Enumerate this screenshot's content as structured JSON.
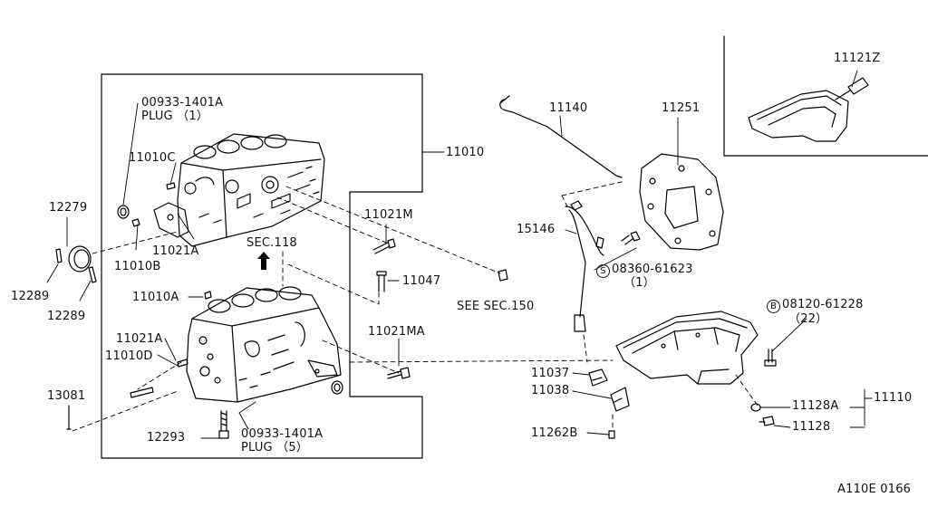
{
  "labels": {
    "plug_top_part": "00933-1401A",
    "plug_top_name": "PLUG （1）",
    "p11010": "11010",
    "p11010c": "11010C",
    "p11010b": "11010B",
    "p11021a_top": "11021A",
    "p11021m": "11021M",
    "sec118": "SEC.118",
    "p11047": "11047",
    "see_sec150": "SEE SEC.150",
    "p11021ma": "11021MA",
    "p12279": "12279",
    "p12289_a": "12289",
    "p12289_b": "12289",
    "p11010a": "11010A",
    "p11021a_low": "11021A",
    "p11010d": "11010D",
    "p13081": "13081",
    "p12293": "12293",
    "plug_bot_part": "00933-1401A",
    "plug_bot_name": "PLUG （5）",
    "p11140": "11140",
    "p11251": "11251",
    "p15146": "15146",
    "s_symbol": "S",
    "p08360": "08360-61623",
    "p08360_qty": "（1）",
    "b_symbol": "B",
    "p08120": "08120-61228",
    "p08120_qty": "（22）",
    "p11121z": "11121Z",
    "p11037": "11037",
    "p11038": "11038",
    "p11262b": "11262B",
    "p11128a": "11128A",
    "p11128": "11128",
    "p11110": "11110",
    "figure_code": "A110E 0166"
  }
}
